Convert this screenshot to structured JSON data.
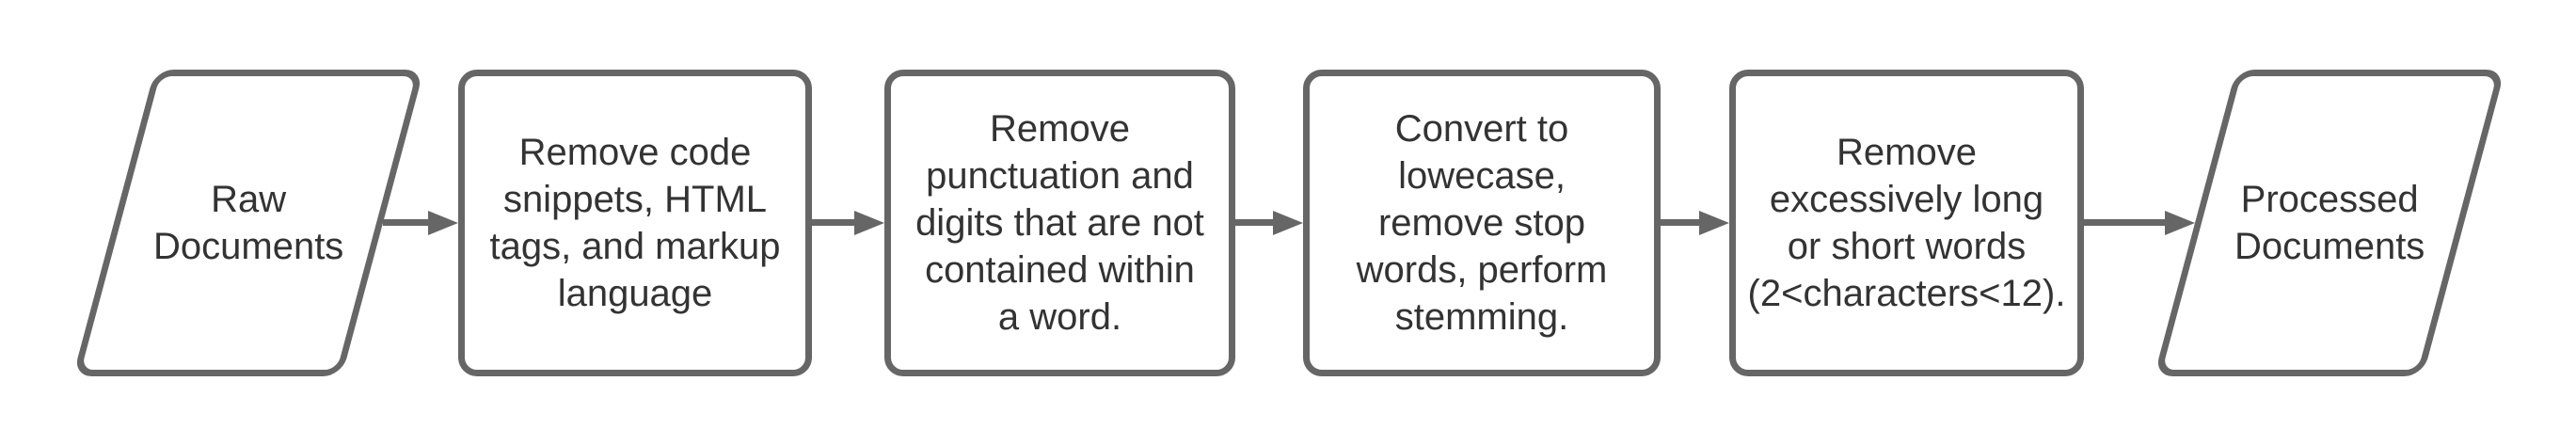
{
  "diagram": {
    "type": "flowchart",
    "colors": {
      "stroke": "#666666",
      "text": "#333333",
      "fill": "#ffffff"
    },
    "nodes": [
      {
        "id": "raw-documents",
        "shape": "parallelogram",
        "label": "Raw\nDocuments"
      },
      {
        "id": "remove-code-snippets",
        "shape": "rounded-rect",
        "label": "Remove code\nsnippets, HTML\ntags, and markup\nlanguage"
      },
      {
        "id": "remove-punctuation-digits",
        "shape": "rounded-rect",
        "label": "Remove\npunctuation and\ndigits that are not\ncontained within\na word."
      },
      {
        "id": "convert-lowercase-stemming",
        "shape": "rounded-rect",
        "label": "Convert to\nlowecase,\nremove stop\nwords, perform\nstemming."
      },
      {
        "id": "remove-long-short-words",
        "shape": "rounded-rect",
        "label": "Remove\nexcessively long\nor short words\n(2<characters<12)."
      },
      {
        "id": "processed-documents",
        "shape": "parallelogram",
        "label": "Processed\nDocuments"
      }
    ],
    "edges": [
      {
        "from": "raw-documents",
        "to": "remove-code-snippets"
      },
      {
        "from": "remove-code-snippets",
        "to": "remove-punctuation-digits"
      },
      {
        "from": "remove-punctuation-digits",
        "to": "convert-lowercase-stemming"
      },
      {
        "from": "convert-lowercase-stemming",
        "to": "remove-long-short-words"
      },
      {
        "from": "remove-long-short-words",
        "to": "processed-documents"
      }
    ]
  }
}
